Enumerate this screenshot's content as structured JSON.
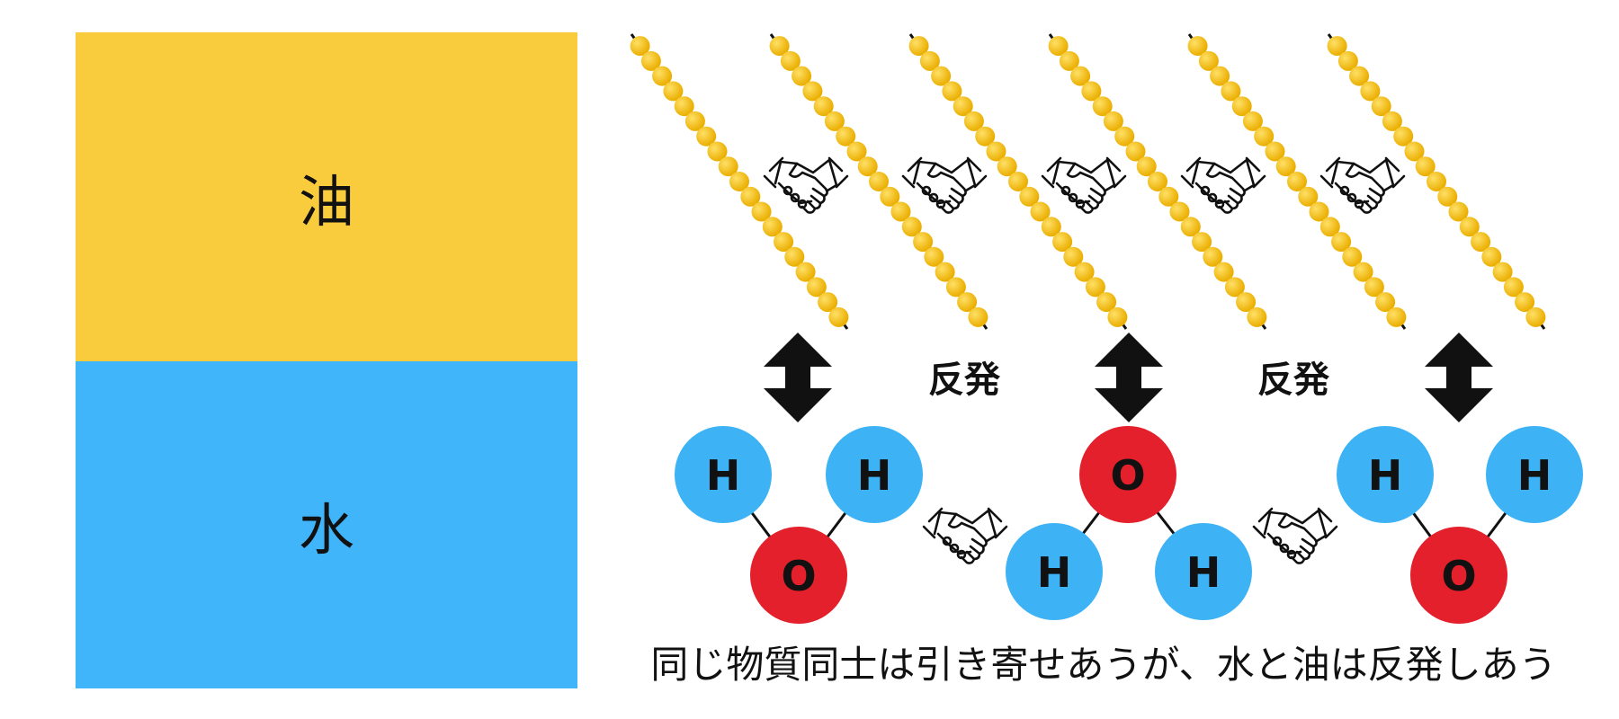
{
  "layers": {
    "oil": {
      "label": "油",
      "color": "#F9CC3E"
    },
    "water": {
      "label": "水",
      "color": "#40B5FA"
    }
  },
  "atoms": {
    "hydrogen": {
      "label": "H",
      "color": "#3DB3F5"
    },
    "oxygen": {
      "label": "O",
      "color": "#E3202B"
    }
  },
  "oil_molecule": {
    "bead_color": "#F5BE12",
    "count": 6
  },
  "repulsion": {
    "label_1": "反発",
    "label_2": "反発"
  },
  "handshake_icon": "handshake-icon",
  "arrow_icon": "double-arrow-icon",
  "caption": "同じ物質同士は引き寄せあうが、水と油は反発しあう"
}
